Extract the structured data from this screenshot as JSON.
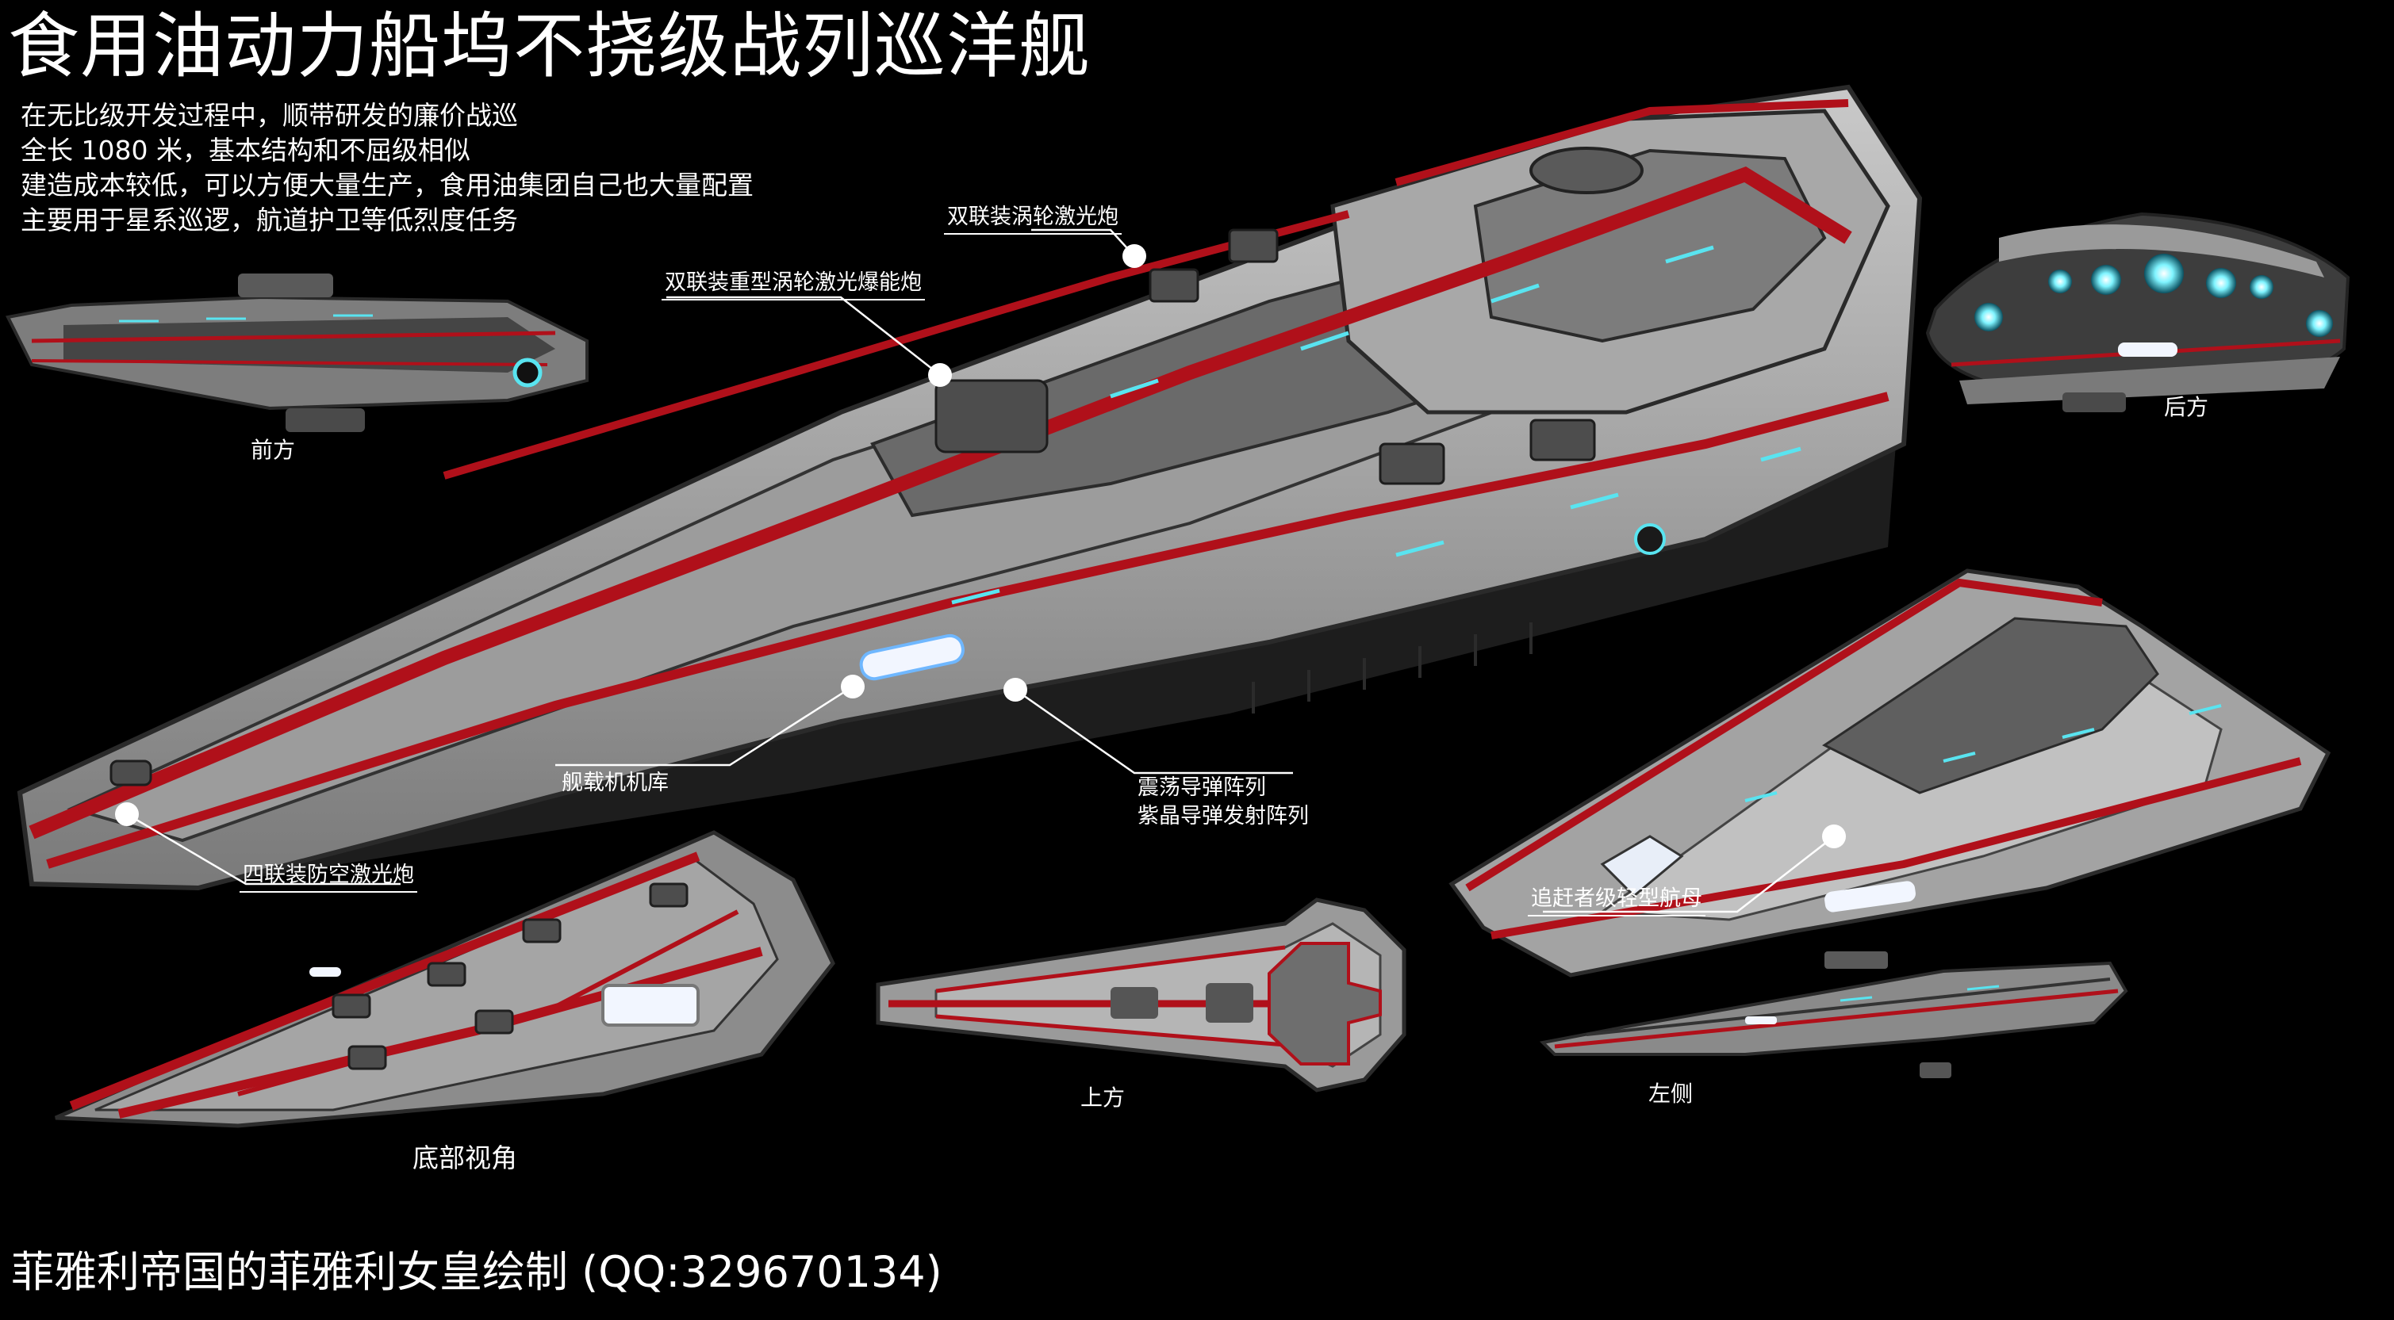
{
  "title": "食用油动力船坞不挠级战列巡洋舰",
  "intro_lines": [
    "在无比级开发过程中，顺带研发的廉价战巡",
    "全长 1080 米，基本结构和不屈级相似",
    "建造成本较低，可以方便大量生产，食用油集团自己也大量配置",
    "主要用于星系巡逻，航道护卫等低烈度任务"
  ],
  "callouts": {
    "twin_turbo_laser": "双联装涡轮激光炮",
    "twin_heavy_turbo_laser": "双联装重型涡轮激光爆能炮",
    "hangar": "舰载机机库",
    "missile_arrays": [
      "震荡导弹阵列",
      "紫晶导弹发射阵列"
    ],
    "quad_aa_laser": "四联装防空激光炮",
    "pursuer_carrier": "追赶者级轻型航母"
  },
  "views": {
    "front": "前方",
    "rear": "后方",
    "bottom": "底部视角",
    "top": "上方",
    "left": "左侧"
  },
  "credit": "菲雅利帝国的菲雅利女皇绘制 (QQ:329670134)",
  "colors": {
    "background": "#000000",
    "hull": "#8f8f8f",
    "hull_light": "#b9b9b9",
    "hull_dark": "#3a3a3a",
    "stripe": "#b0101a",
    "glow": "#59e4f0",
    "engine_white": "#f2f6ff"
  }
}
